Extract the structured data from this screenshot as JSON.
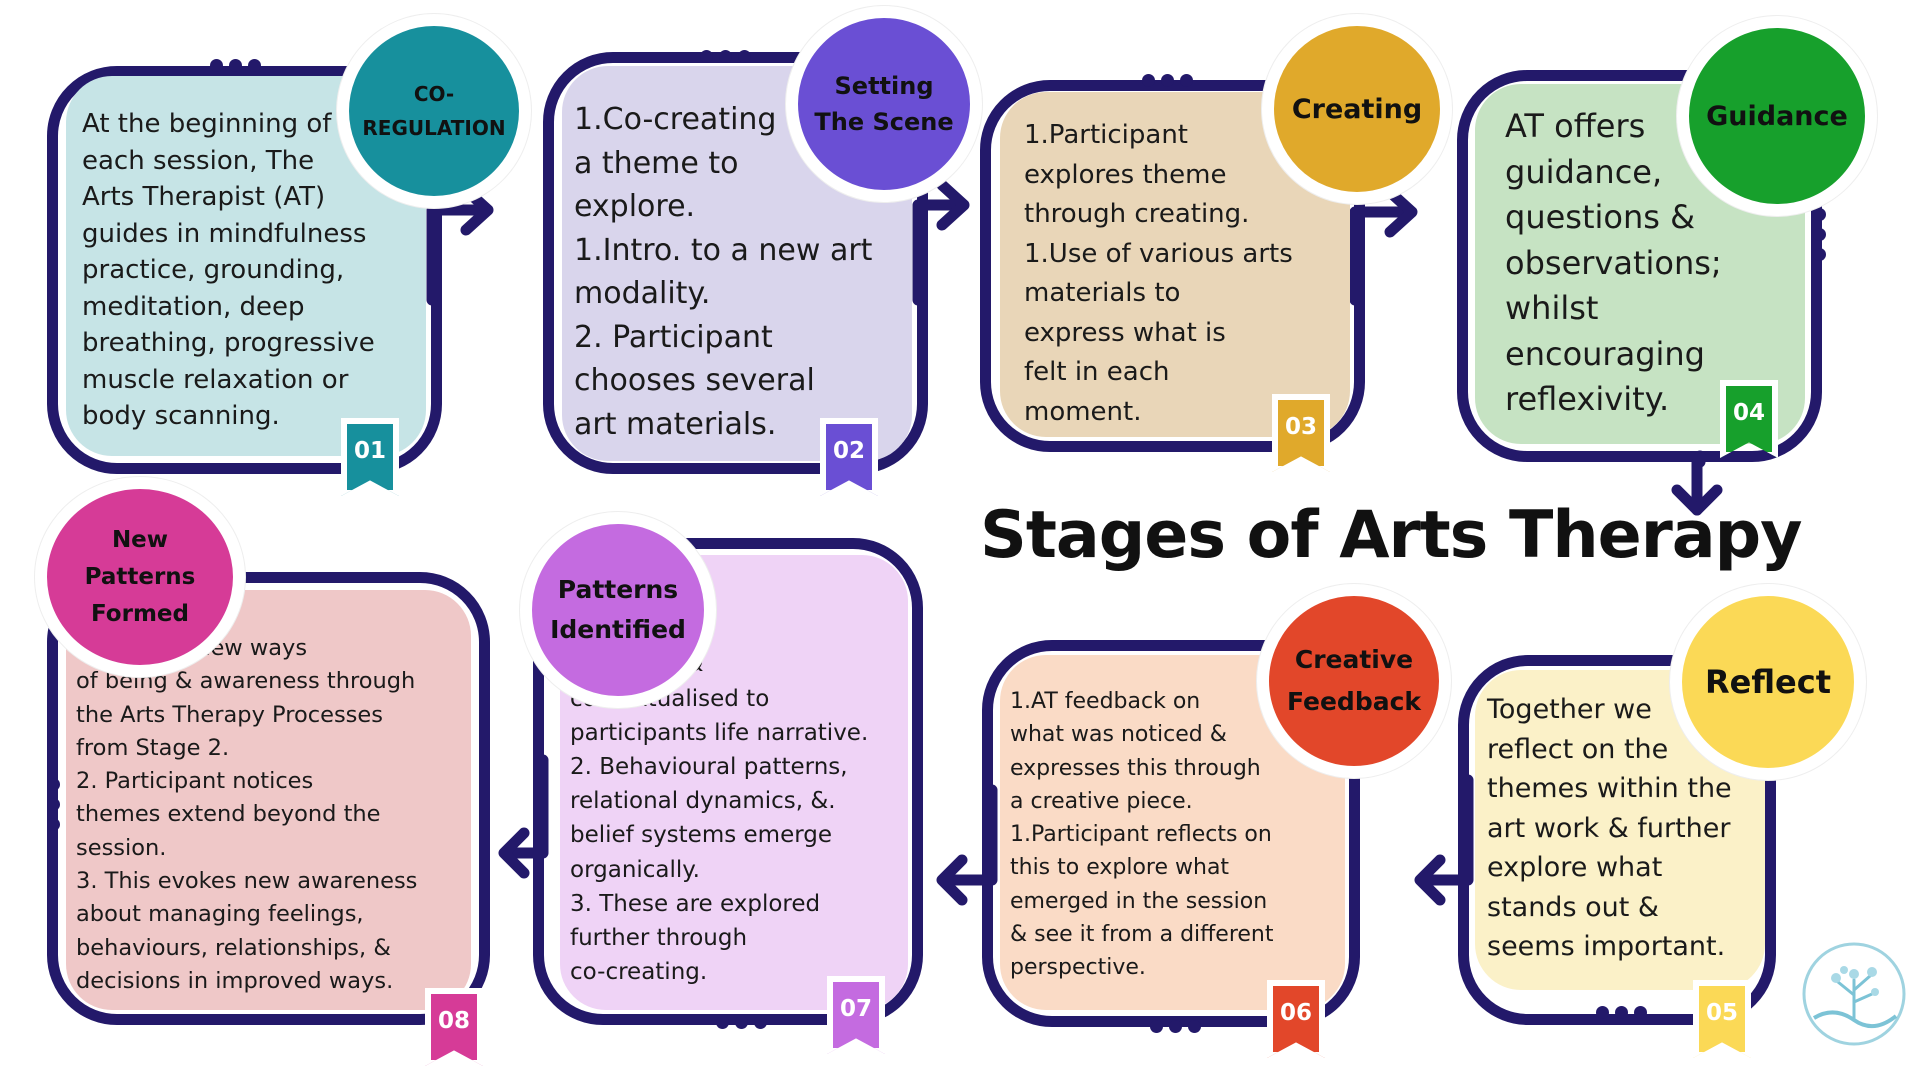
{
  "title": "Stages of Arts Therapy",
  "colors": {
    "frame": "#23196a",
    "stage01": "#17909d",
    "stage02": "#6a4fd4",
    "stage03": "#e0a92b",
    "stage04": "#17a02c",
    "stage05": "#fbd956",
    "stage06": "#e2472a",
    "stage07": "#c46be0",
    "stage08": "#d63b97"
  },
  "stages": [
    {
      "number": "01",
      "name": "CO-\nREGULATION",
      "text": "At the beginning of\neach session, The\nArts Therapist (AT)\nguides in mindfulness\npractice, grounding,\nmeditation, deep\nbreathing, progressive\nmuscle relaxation or\nbody scanning."
    },
    {
      "number": "02",
      "name": "Setting\nThe Scene",
      "text": "1.Co-creating\n  a theme to\n  explore.\n 1.Intro. to a new art\n    modality.\n2.  Participant\n    chooses several\n    art materials."
    },
    {
      "number": "03",
      "name": "Creating",
      "text": "1.Participant\n  explores theme\n  through creating.\n1.Use of various arts\n   materials to\n   express what is\n   felt in each\n   moment."
    },
    {
      "number": "04",
      "name": "Guidance",
      "text": "AT offers\nguidance,\nquestions &\nobservations;\nwhilst\nencouraging\nreflexivity."
    },
    {
      "number": "05",
      "name": "Reflect",
      "text": "Together we\nreflect on the\nthemes within the\nart work & further\nexplore what\nstands out &\nseems important."
    },
    {
      "number": "06",
      "name": "Creative\nFeedback",
      "text": "1.AT feedback on\n  what was noticed &\n  expresses this through\n  a creative piece.\n1.Participant reflects on\n  this to explore what\n  emerged in the session\n  & see it from a different\n  perspective."
    },
    {
      "number": "07",
      "name": "Patterns\nIdentified",
      "text": "                     1. Repeated\n                       themes\n                   identified &\ncontextualised to\nparticipants life narrative.\n  2. Behavioural patterns,\n relational dynamics, &.\n belief systems emerge\n organically.\n 3. These are explored\n further through\n co-creating."
    },
    {
      "number": "08",
      "name": "New\nPatterns\nFormed",
      "text": "                       1. Explore new ways\nof being & awareness through\nthe Arts Therapy Processes\nfrom Stage 2.\n2. Participant notices\nthemes extend beyond the\nsession.\n 3. This evokes new awareness\nabout managing feelings,\nbehaviours, relationships, &\ndecisions in improved ways."
    }
  ],
  "logo_icon": "tree-logo-icon"
}
